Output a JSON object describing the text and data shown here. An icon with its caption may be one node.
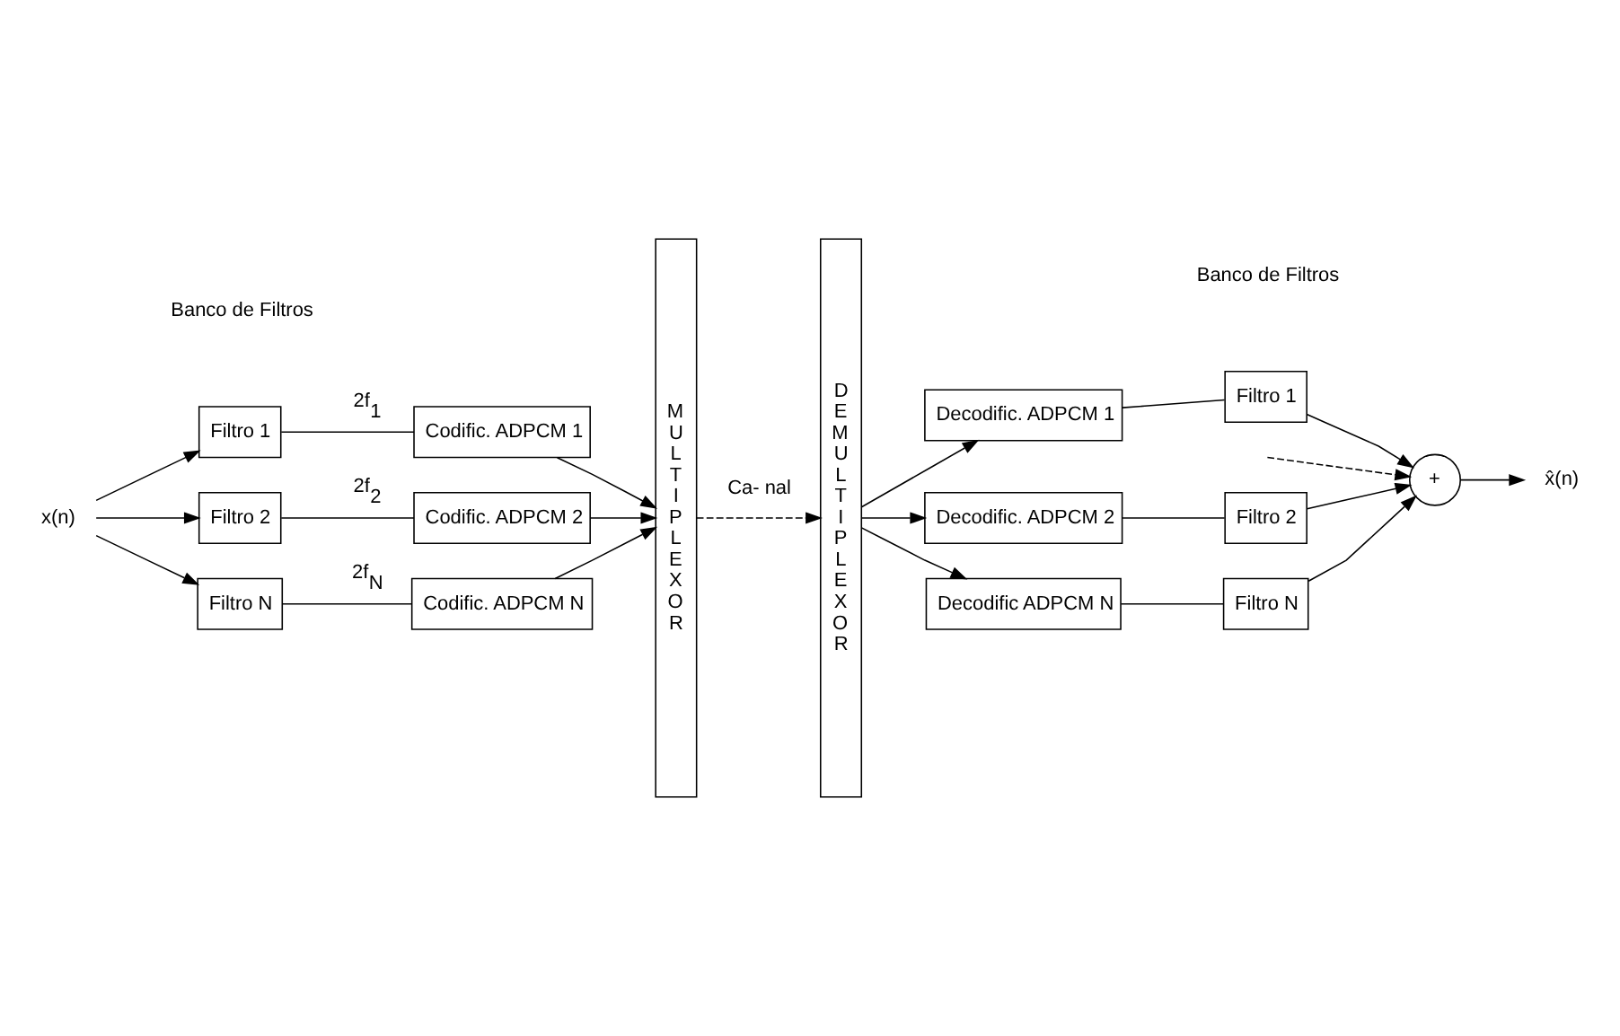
{
  "diagram": {
    "nodes": [
      {
        "text": [
          "x(n)"
        ]
      },
      {
        "text": [
          "Filtro 1"
        ]
      },
      {
        "text": [
          "Filtro 2"
        ]
      },
      {
        "text": [
          "Filtro N"
        ]
      },
      {
        "text": [
          "Codific. ADPCM 1"
        ]
      },
      {
        "text": [
          "Codific. ADPCM 2"
        ]
      },
      {
        "text": [
          "Codific. ADPCM N"
        ]
      },
      {
        "text": [
          "MULTIPLEXOR"
        ]
      },
      {
        "text": [
          "DEMULTIPLEXOR"
        ]
      },
      {
        "text": [
          "Decodific. ADPCM 1"
        ]
      },
      {
        "text": [
          "Decodific. ADPCM 2"
        ]
      },
      {
        "text": [
          "Decodific ADPCM N"
        ]
      },
      {
        "text": [
          "Filtro 1"
        ]
      },
      {
        "text": [
          "Filtro 2"
        ]
      },
      {
        "text": [
          "Filtro N"
        ]
      },
      {
        "text": [
          "+"
        ]
      },
      {
        "text": [
          "x̂(n)"
        ]
      }
    ],
    "edges": [
      {
        "from": 0,
        "to": 1,
        "arrow": "to"
      },
      {
        "from": 0,
        "to": 2,
        "arrow": "to"
      },
      {
        "from": 0,
        "to": 3,
        "arrow": "to"
      },
      {
        "from": 1,
        "to": 4,
        "arrow": "none",
        "label": "2f$_{1}$"
      },
      {
        "from": 2,
        "to": 5,
        "arrow": "none",
        "label": "2f$_{2}$"
      },
      {
        "from": 3,
        "to": 6,
        "arrow": "none",
        "label": "2f$_{N}$"
      },
      {
        "from": 4,
        "to": 7,
        "arrow": "to"
      },
      {
        "from": 5,
        "to": 7,
        "arrow": "to"
      },
      {
        "from": 6,
        "to": 7,
        "arrow": "to"
      },
      {
        "from": 7,
        "to": 8,
        "arrow": "to",
        "style": "dashed",
        "label": "Ca- nal"
      },
      {
        "from": 8,
        "to": 9,
        "arrow": "to"
      },
      {
        "from": 8,
        "to": 10,
        "arrow": "to"
      },
      {
        "from": 8,
        "to": 11,
        "arrow": "to"
      },
      {
        "from": 9,
        "to": 12,
        "arrow": "none"
      },
      {
        "from": 10,
        "to": 13,
        "arrow": "none"
      },
      {
        "from": 11,
        "to": 14,
        "arrow": "none"
      },
      {
        "from": 12,
        "to": 15,
        "arrow": "to"
      },
      {
        "from": 13,
        "to": 15,
        "arrow": "to"
      },
      {
        "from": 14,
        "to": 15,
        "arrow": "to"
      },
      {
        "from": null,
        "to": 15,
        "arrow": "to",
        "style": "dashed"
      },
      {
        "from": 15,
        "to": 16,
        "arrow": "to"
      }
    ],
    "labels": [
      "Banco de Filtros",
      "Banco de Filtros"
    ]
  }
}
